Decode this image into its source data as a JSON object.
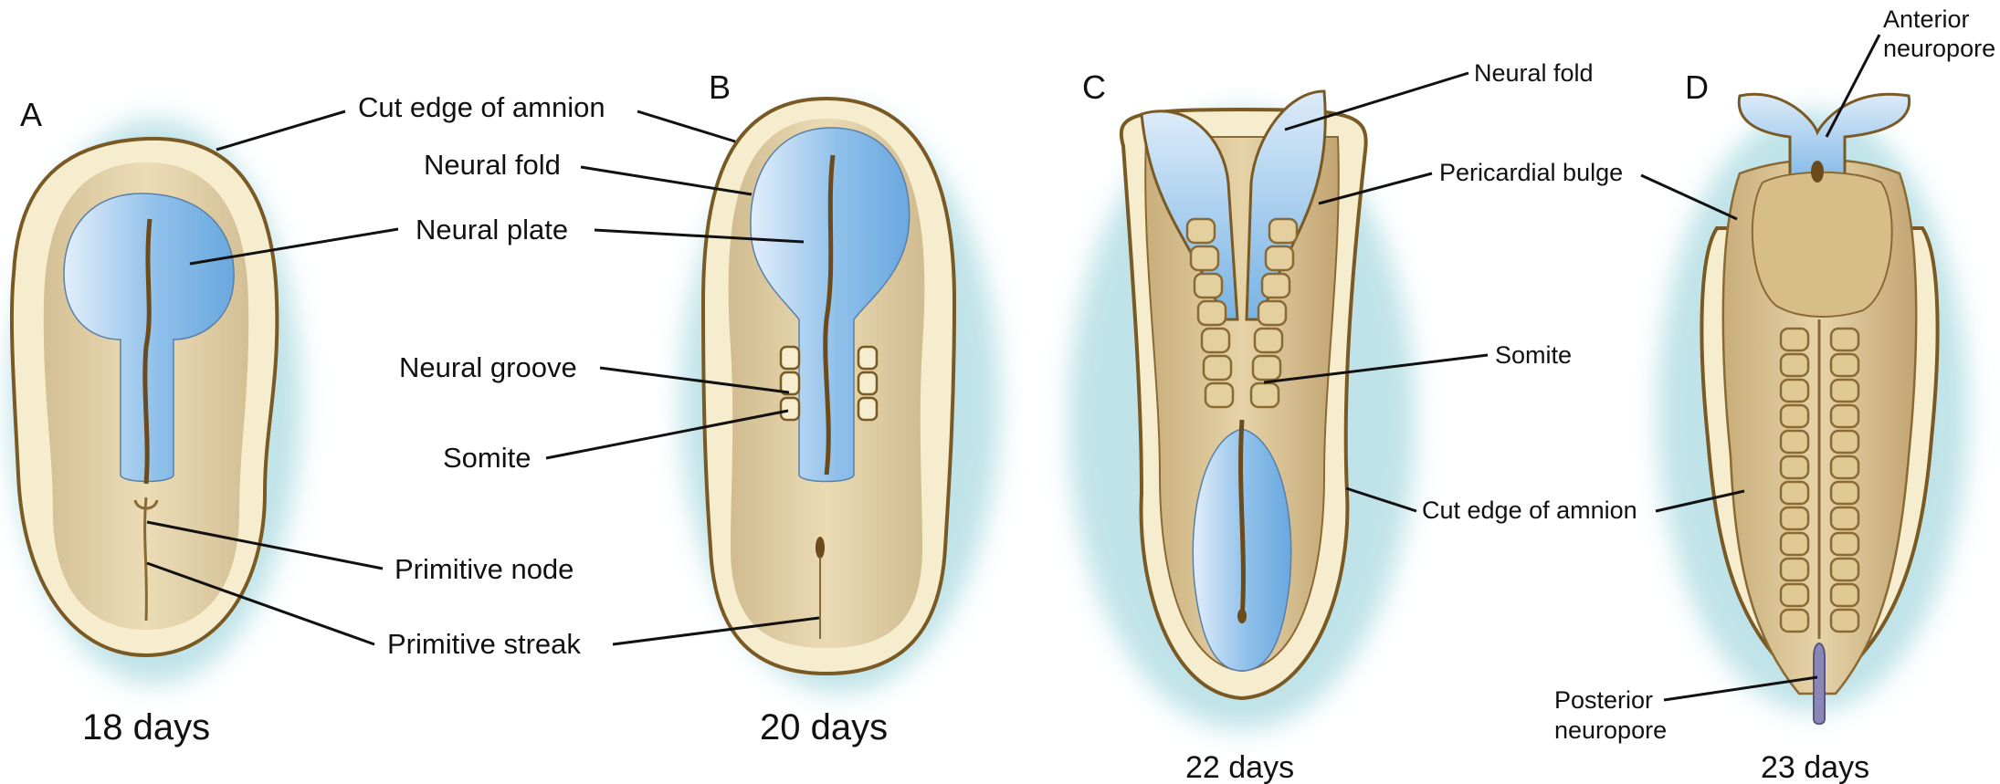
{
  "colors": {
    "embryo_fill": "#f6ecce",
    "embryo_outline": "#7a5a24",
    "body_tan": "#cdb587",
    "body_tan_dark": "#a88a55",
    "neural_blue": "#7fb5e6",
    "neural_blue_light": "#cfe3f6",
    "glow": "#bfe3e8",
    "groove_brown": "#6b4a1c",
    "posterior_neuropore": "#8a86b5"
  },
  "panels": {
    "A": {
      "letter": "A",
      "age": "18 days",
      "labels": {
        "cut_edge_amnion": "Cut edge of amnion",
        "neural_plate": "Neural plate",
        "primitive_node": "Primitive node",
        "primitive_streak": "Primitive streak"
      }
    },
    "B": {
      "letter": "B",
      "age": "20 days",
      "labels": {
        "neural_fold": "Neural fold",
        "neural_groove": "Neural groove",
        "somite": "Somite"
      }
    },
    "C": {
      "letter": "C",
      "age": "22 days",
      "labels": {
        "neural_fold": "Neural fold",
        "pericardial_bulge": "Pericardial bulge",
        "somite": "Somite",
        "cut_edge_amnion": "Cut edge of amnion"
      }
    },
    "D": {
      "letter": "D",
      "age": "23 days",
      "labels": {
        "anterior_neuropore_1": "Anterior",
        "anterior_neuropore_2": "neuropore",
        "posterior_neuropore_1": "Posterior",
        "posterior_neuropore_2": "neuropore"
      }
    }
  }
}
